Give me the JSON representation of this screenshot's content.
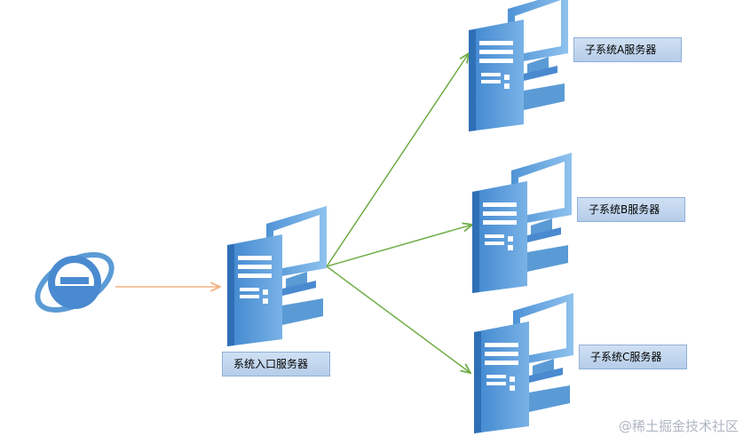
{
  "labels": {
    "entry_server": "系统入口服务器",
    "server_a": "子系统A服务器",
    "server_b": "子系统B服务器",
    "server_c": "子系统C服务器"
  },
  "watermark": "@稀土掘金技术社区",
  "icons": {
    "client": "internet-explorer-icon",
    "server": "server-computer-icon"
  },
  "colors": {
    "server_blue": "#5b9bd5",
    "client_arrow": "#f4b183",
    "server_arrow": "#70ad47"
  }
}
